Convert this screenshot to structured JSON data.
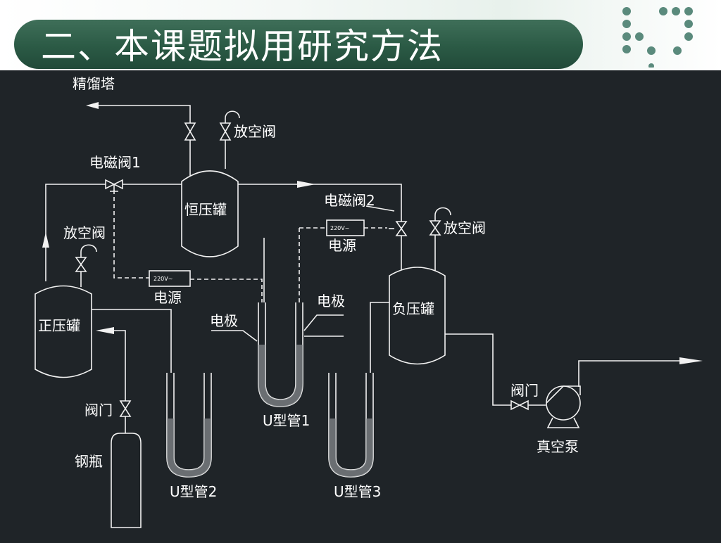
{
  "slide": {
    "title": "二、本课题拟用研究方法"
  },
  "diagram": {
    "labels": {
      "distillation_tower": "精馏塔",
      "solenoid_valve_1": "电磁阀1",
      "solenoid_valve_2": "电磁阀2",
      "vent_valve_top": "放空阀",
      "vent_valve_left": "放空阀",
      "vent_valve_right": "放空阀",
      "constant_pressure_tank": "恒压罐",
      "positive_pressure_tank": "正压罐",
      "negative_pressure_tank": "负压罐",
      "power_source_1": "电源",
      "power_source_2": "电源",
      "electrode_left": "电极",
      "electrode_right": "电极",
      "u_tube_1": "U型管1",
      "u_tube_2": "U型管2",
      "u_tube_3": "U型管3",
      "valve_left": "阀门",
      "valve_right": "阀门",
      "steel_cylinder": "钢瓶",
      "vacuum_pump": "真空泵",
      "power_box_text": "220V~"
    }
  },
  "colors": {
    "background": "#1f2428",
    "line": "#f2f2f2",
    "title_bar": "#2b5a45",
    "logo_dot": "#5a8a7c"
  }
}
